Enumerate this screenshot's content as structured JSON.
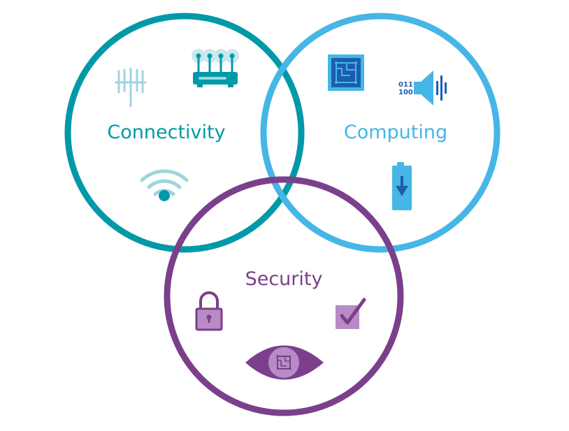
{
  "diagram": {
    "circles": [
      {
        "id": "connectivity",
        "label": "Connectivity",
        "color": "#0099A8",
        "icons": [
          "cell-antenna-icon",
          "wifi-router-icon",
          "wifi-signal-icon"
        ]
      },
      {
        "id": "computing",
        "label": "Computing",
        "color": "#45B6E6",
        "icons": [
          "processor-chip-icon",
          "binary-speaker-icon",
          "battery-download-icon"
        ]
      },
      {
        "id": "security",
        "label": "Security",
        "color": "#7B3F8C",
        "icons": [
          "padlock-icon",
          "checkbox-icon",
          "eye-chip-icon"
        ]
      }
    ],
    "binary_lines": [
      "011",
      "100"
    ]
  },
  "colors": {
    "connectivity_light": "#9FD5DD",
    "computing_dark": "#1B5EAD",
    "computing_fill": "#45B6E6",
    "security_light": "#B88BC6"
  }
}
